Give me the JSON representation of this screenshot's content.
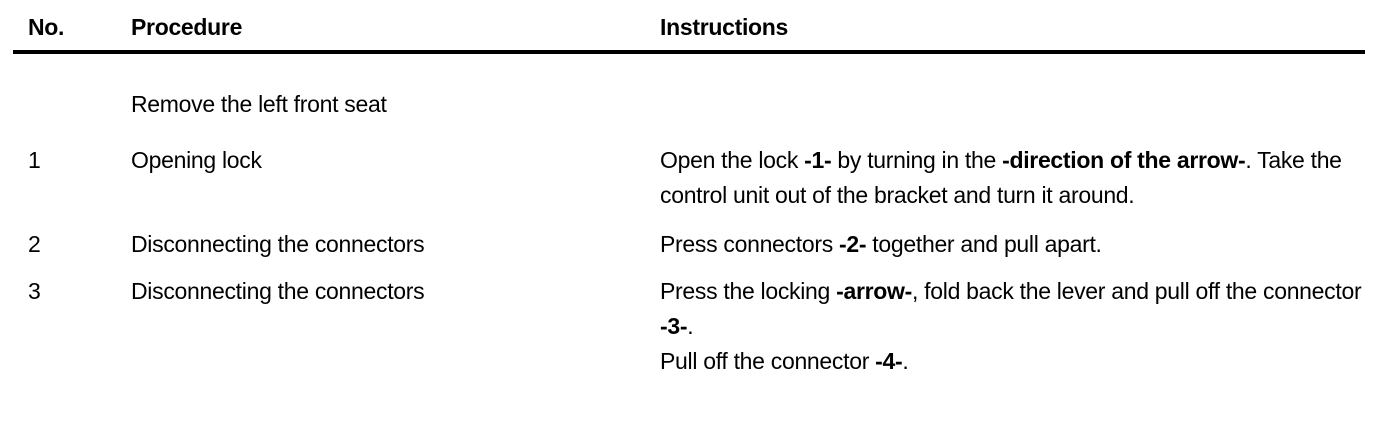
{
  "document": {
    "background": "#ffffff",
    "text_color": "#000000"
  },
  "table": {
    "headers": [
      {
        "id": "no",
        "label": "No."
      },
      {
        "id": "procedure",
        "label": "Procedure"
      },
      {
        "id": "instructions",
        "label": "Instructions"
      }
    ],
    "rows": [
      {
        "no": "",
        "procedure": "Remove the left front seat",
        "instructions": []
      },
      {
        "no": "1",
        "procedure": "Opening lock",
        "instructions": [
          [
            {
              "text": "Open the lock ",
              "bold": false
            },
            {
              "text": "-1-",
              "bold": true
            },
            {
              "text": " by turning in the ",
              "bold": false
            },
            {
              "text": "-direction of the arrow-",
              "bold": true
            },
            {
              "text": ". Take the control unit out of the bracket and turn it around.",
              "bold": false
            }
          ]
        ]
      },
      {
        "no": "2",
        "procedure": "Disconnecting the connectors",
        "instructions": [
          [
            {
              "text": "Press connectors ",
              "bold": false
            },
            {
              "text": "-2-",
              "bold": true
            },
            {
              "text": " together and pull apart.",
              "bold": false
            }
          ]
        ]
      },
      {
        "no": "3",
        "procedure": "Disconnecting the connectors",
        "instructions": [
          [
            {
              "text": "Press the locking ",
              "bold": false
            },
            {
              "text": "-arrow-",
              "bold": true
            },
            {
              "text": ", fold back the lever and pull off the connector ",
              "bold": false
            },
            {
              "text": "-3-",
              "bold": true
            },
            {
              "text": ".",
              "bold": false
            }
          ],
          [
            {
              "text": "Pull off the connector ",
              "bold": false
            },
            {
              "text": "-4-",
              "bold": true
            },
            {
              "text": ".",
              "bold": false
            }
          ]
        ]
      }
    ]
  }
}
